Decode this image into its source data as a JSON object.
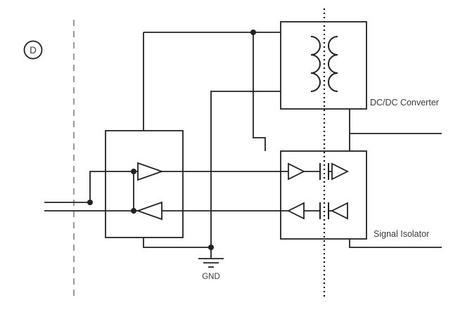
{
  "panel_label": "D",
  "labels": {
    "dcdc_converter": "DC/DC Converter",
    "signal_isolator": "Signal Isolator",
    "ground": "GND"
  },
  "colors": {
    "line": "#222222",
    "dashed": "#9a9a9a",
    "dotted": "#111111",
    "text": "#3a3a3a",
    "background": "#ffffff"
  },
  "components": [
    {
      "id": "panel-marker",
      "type": "circled-letter",
      "text": "D"
    },
    {
      "id": "field-side-barrier",
      "type": "dashed-vertical-line"
    },
    {
      "id": "isolation-barrier",
      "type": "dotted-vertical-line"
    },
    {
      "id": "buffer-stage",
      "type": "box",
      "symbols": [
        "driver-triangle-right",
        "receiver-triangle-left"
      ]
    },
    {
      "id": "dc-dc-converter",
      "type": "box",
      "label": "DC/DC Converter",
      "symbol": "transformer-two-windings"
    },
    {
      "id": "signal-isolator",
      "type": "box",
      "label": "Signal Isolator",
      "symbols": [
        "triangle-right",
        "capacitive-barrier",
        "triangle-right",
        "triangle-left",
        "capacitive-barrier",
        "triangle-left"
      ]
    },
    {
      "id": "ground-node",
      "type": "ground-symbol",
      "label": "GND"
    }
  ]
}
